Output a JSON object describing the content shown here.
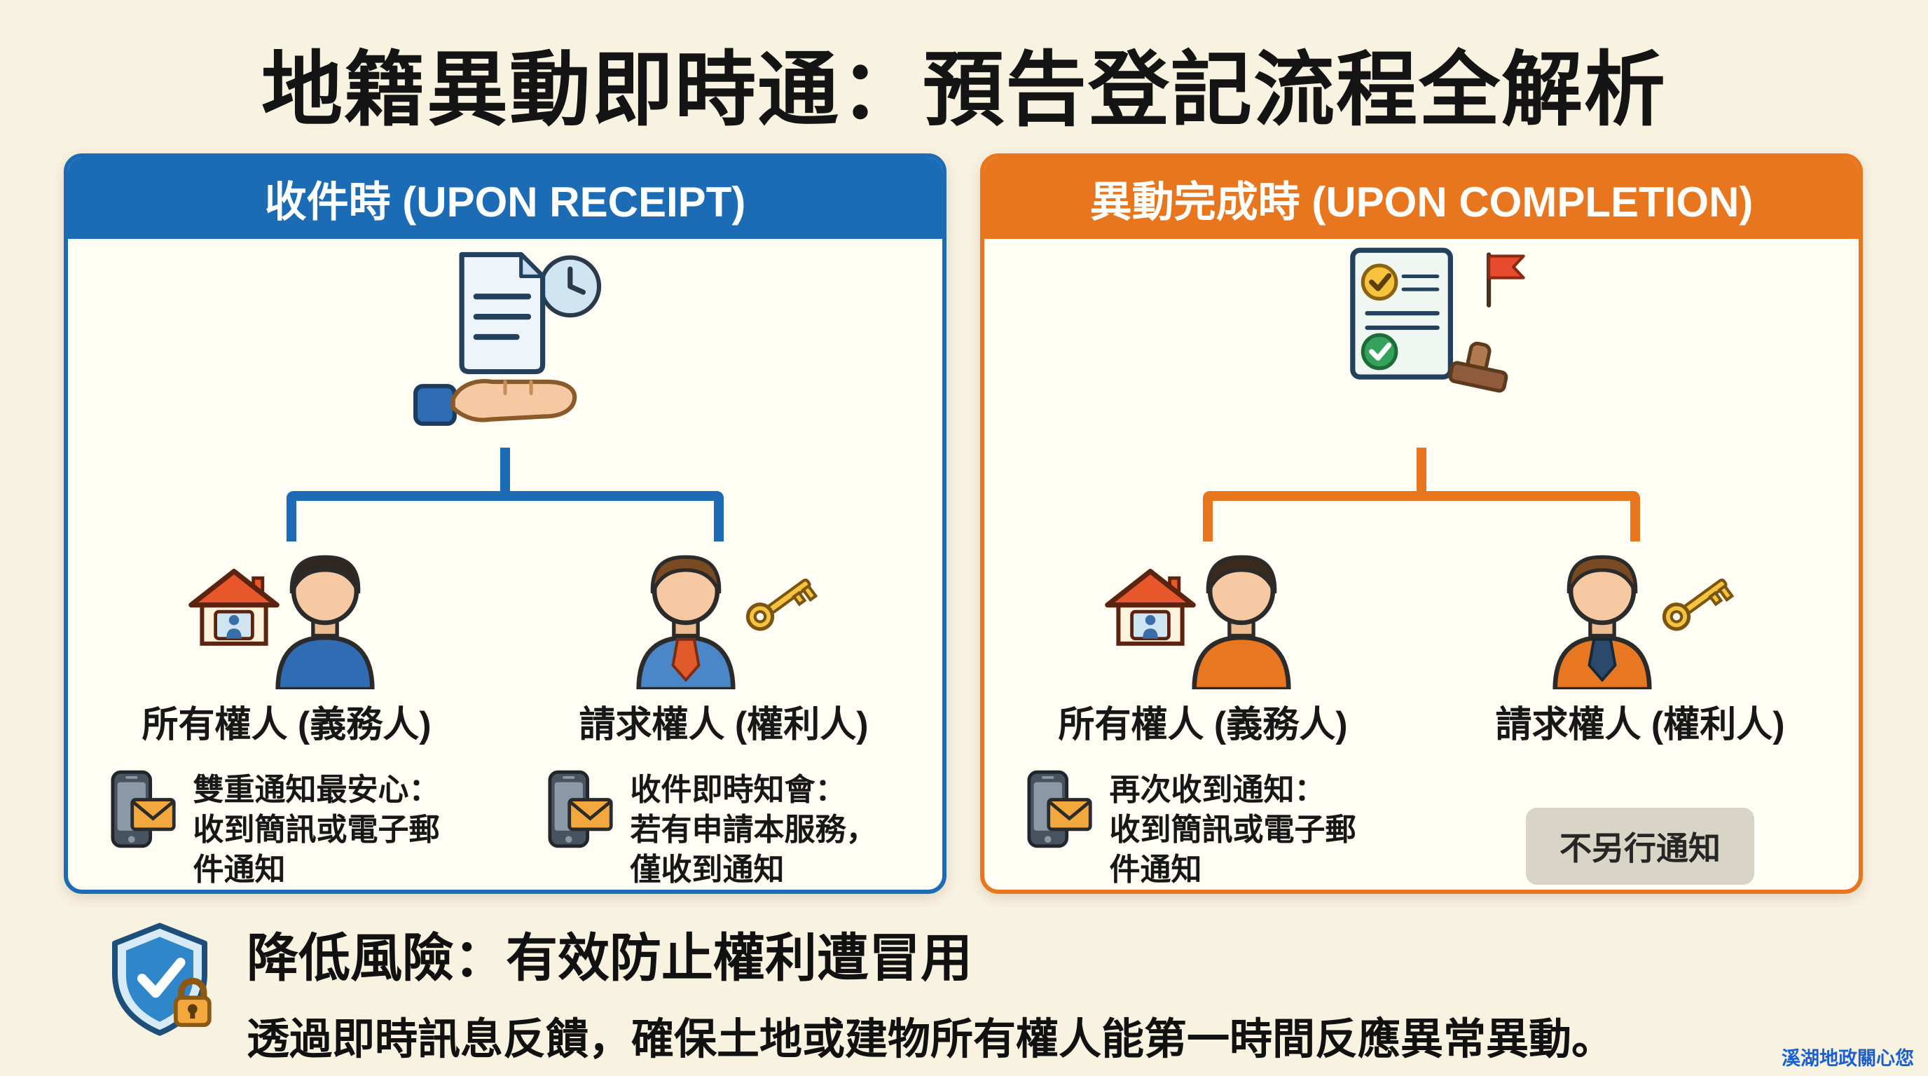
{
  "page": {
    "title": "地籍異動即時通：預告登記流程全解析",
    "signature": "溪湖地政關心您"
  },
  "panels": {
    "receipt": {
      "header": "收件時 (UPON RECEIPT)",
      "accent_color": "#1c6cb5",
      "main_icon": "document-hand-clock-icon",
      "owner": {
        "label": "所有權人 (義務人)",
        "icons": [
          "house-icon",
          "person-icon",
          "phone-mail-icon"
        ],
        "note_title": "雙重通知最安心：",
        "note_body": "收到簡訊或電子郵件通知"
      },
      "claimant": {
        "label": "請求權人 (權利人)",
        "icons": [
          "person-icon",
          "key-icon",
          "phone-mail-icon"
        ],
        "note_title": "收件即時知會：",
        "note_body": "若有申請本服務，僅收到通知"
      }
    },
    "completion": {
      "header": "異動完成時 (UPON COMPLETION)",
      "accent_color": "#e8761e",
      "main_icon": "document-stamp-flag-icon",
      "owner": {
        "label": "所有權人 (義務人)",
        "icons": [
          "house-icon",
          "person-icon",
          "phone-mail-icon"
        ],
        "note_title": "再次收到通知：",
        "note_body": "收到簡訊或電子郵件通知"
      },
      "claimant": {
        "label": "請求權人 (權利人)",
        "icons": [
          "person-icon",
          "key-icon"
        ],
        "badge": "不另行通知"
      }
    }
  },
  "footer": {
    "icon": "shield-lock-icon",
    "title": "降低風險：有效防止權利遭冒用",
    "body": "透過即時訊息反饋，確保土地或建物所有權人能第一時間反應異常異動。"
  },
  "colors": {
    "blue_accent": "#1c6cb5",
    "orange_accent": "#e8761e",
    "panel_background": "#fffdf4",
    "page_background": "#f8f2e0",
    "badge_background": "#d8d4c6",
    "text_dark": "#171717",
    "signature_blue": "#1b5fd0"
  }
}
